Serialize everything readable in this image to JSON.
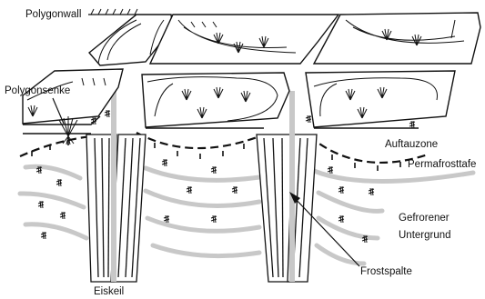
{
  "labels": {
    "polygonwall": "Polygonwall",
    "polygonsenke": "Polygonsenke",
    "auftauzone": "Auftauzone",
    "permafrosttafel": "Permafrosttafe",
    "gefrorener": "Gefrorener",
    "untergrund": "Untergrund",
    "frostspalte": "Frostspalte",
    "eiskeil": "Eiskeil"
  },
  "colors": {
    "ink": "#111111",
    "ice": "#c8c8c8",
    "background": "#ffffff"
  }
}
